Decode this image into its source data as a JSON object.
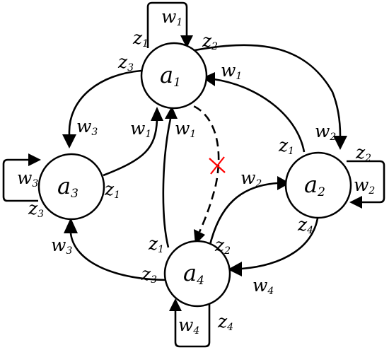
{
  "nodes": {
    "a1": {
      "main": "a",
      "sub": "1"
    },
    "a2": {
      "main": "a",
      "sub": "2"
    },
    "a3": {
      "main": "a",
      "sub": "3"
    },
    "a4": {
      "main": "a",
      "sub": "4"
    }
  },
  "labels": {
    "w1_loop_a1": {
      "main": "w",
      "sub": "1"
    },
    "z1_loop_a1": {
      "main": "z",
      "sub": "1"
    },
    "z2_a1_a2": {
      "main": "z",
      "sub": "2"
    },
    "z3_a1_a3": {
      "main": "z",
      "sub": "3"
    },
    "w1_a2_a1": {
      "main": "w",
      "sub": "1"
    },
    "w3_a1_a3": {
      "main": "w",
      "sub": "3"
    },
    "w1_a3_a1": {
      "main": "w",
      "sub": "1"
    },
    "w1_a4_a1": {
      "main": "w",
      "sub": "1"
    },
    "w2_a1_a2": {
      "main": "w",
      "sub": "2"
    },
    "z1_a2_a1": {
      "main": "z",
      "sub": "1"
    },
    "z2_loop_a2": {
      "main": "z",
      "sub": "2"
    },
    "w2_loop_a2": {
      "main": "w",
      "sub": "2"
    },
    "w2_a4_a2": {
      "main": "w",
      "sub": "2"
    },
    "w3_loop_a3": {
      "main": "w",
      "sub": "3"
    },
    "z1_a3_a1": {
      "main": "z",
      "sub": "1"
    },
    "z3_loop_a3": {
      "main": "z",
      "sub": "3"
    },
    "z4_a2_a4": {
      "main": "z",
      "sub": "4"
    },
    "z1_a4_a1": {
      "main": "z",
      "sub": "1"
    },
    "z2_a4_a2": {
      "main": "z",
      "sub": "2"
    },
    "w3_a4_a3": {
      "main": "w",
      "sub": "3"
    },
    "z3_a4_a3": {
      "main": "z",
      "sub": "3"
    },
    "w4_a2_a4": {
      "main": "w",
      "sub": "4"
    },
    "w4_loop_a4": {
      "main": "w",
      "sub": "4"
    },
    "z4_loop_a4": {
      "main": "z",
      "sub": "4"
    }
  }
}
